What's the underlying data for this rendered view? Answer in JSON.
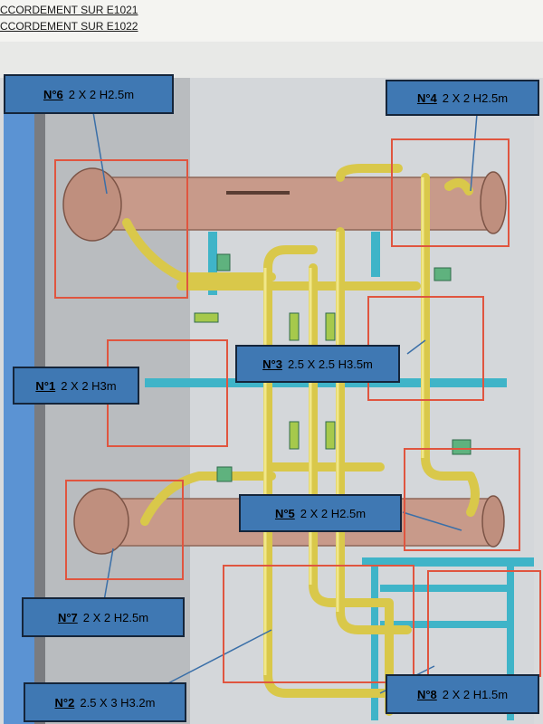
{
  "header": {
    "line1": "CCORDEMENT SUR E1021",
    "line2": "CCORDEMENT SUR E1022"
  },
  "callouts": [
    {
      "id": "n6",
      "num": "N°6",
      "text": "2 X 2 H2.5m"
    },
    {
      "id": "n4",
      "num": "N°4",
      "text": "2 X 2 H2.5m"
    },
    {
      "id": "n3",
      "num": "N°3",
      "text": "2.5 X 2.5 H3.5m"
    },
    {
      "id": "n1",
      "num": "N°1",
      "text": "2 X 2 H3m"
    },
    {
      "id": "n5",
      "num": "N°5",
      "text": "2 X 2 H2.5m"
    },
    {
      "id": "n7",
      "num": "N°7",
      "text": "2 X 2 H2.5m"
    },
    {
      "id": "n2",
      "num": "N°2",
      "text": "2.5 X 3 H3.2m"
    },
    {
      "id": "n8",
      "num": "N°8",
      "text": "2 X 2 H1.5m"
    }
  ],
  "colors": {
    "callout_fill": "#3f78b3",
    "zone_outline": "#e0553f",
    "vessel": "#c89a8a",
    "pipe": "#d9c84a",
    "steel": "#3fb4c8"
  }
}
